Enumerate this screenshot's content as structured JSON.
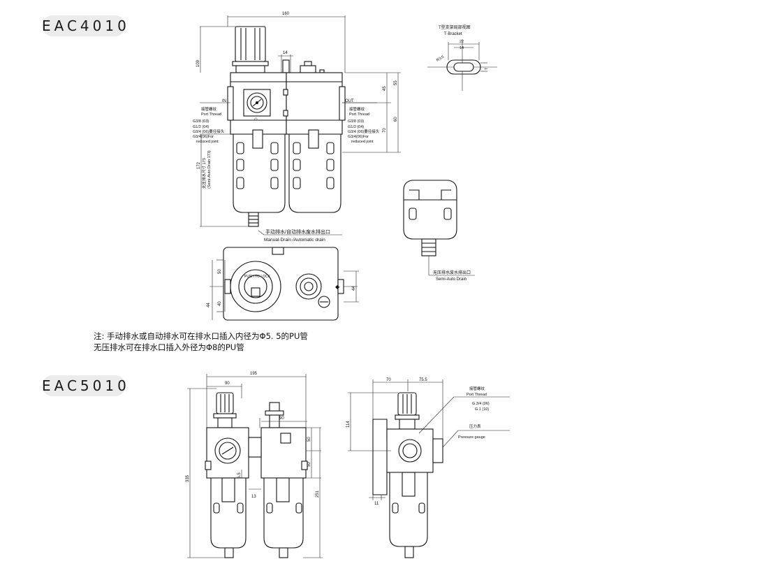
{
  "models": [
    {
      "id": "EAC4010",
      "title": "EAC4010",
      "dimensions": {
        "overall_width": "160",
        "inlet_offset": "14",
        "knob_height": "109",
        "upper_height": "45",
        "upper_total": "55",
        "lower_height": "70",
        "lower_total": "60",
        "bowl_height": "172",
        "semi_auto_note": "无压排水尺寸 173",
        "semi_auto_note_en": "(Semi-Auto Drain 173)",
        "top_view_w1": "50",
        "top_view_h": "40",
        "top_view_h2": "44",
        "top_view_right": "44"
      },
      "labels": {
        "in": "IN",
        "out": "OUT",
        "port_thread_cn": "接管螺纹",
        "port_thread_en": "Port Thread",
        "threads": [
          "G3/8  (03)",
          "G1/2  (04)",
          "G3/4  (06)要径接头",
          "G3/4(06)For",
          "reduced joint"
        ],
        "threads_right": [
          "G3/8  (03)",
          "G1/2  (04)",
          "G3/4  (06)要径接头",
          "G3/4(06)For",
          "reduced joint"
        ],
        "drain_cn": "手动排水/自动排水废水排出口",
        "drain_en": "Manual-Drain /Automatic drain",
        "bracket_cn": "T型支架局部视图",
        "bracket_en": "T-Bracket",
        "bracket_dims": [
          "22",
          "14",
          "R3.5",
          "7"
        ],
        "semi_drain_cn": "无压排水废水排出口",
        "semi_drain_en": "Semi-Auto Drain",
        "gauge_text": "PUSH TO LOCK"
      },
      "notes": [
        "注: 手动排水或自动排水可在排水口插入内径为Φ5. 5的PU管",
        "无压排水可在排水口插入外径为Φ8的PU管"
      ]
    },
    {
      "id": "EAC5010",
      "title": "EAC5010",
      "dimensions": {
        "overall_width": "195",
        "left_width": "90",
        "right_width": "90",
        "total_height": "335",
        "upper": "50",
        "middle": "50",
        "offset": "16.5",
        "gap": "13",
        "lower": "251",
        "side_left": "70",
        "side_right": "75.5",
        "side_height": "114",
        "side_base": "11"
      },
      "labels": {
        "port_thread_cn": "接管螺纹",
        "port_thread_en": "Port Thread",
        "threads": [
          "G 3/4 (06)",
          "G 1 (10)"
        ],
        "gauge_cn": "压力表",
        "gauge_en": "Pressure gauge"
      }
    }
  ]
}
